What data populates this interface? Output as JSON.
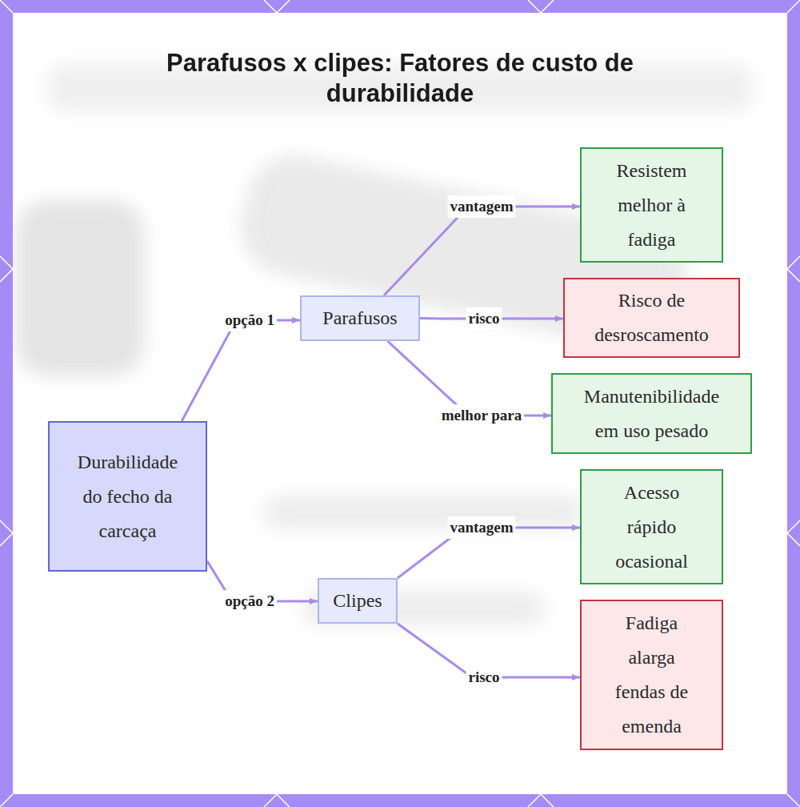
{
  "diagram": {
    "title": "Parafusos x clipes: Fatores de custo de durabilidade",
    "nodes": [
      {
        "text": [
          "Durabilidade do fecho da carcaça"
        ]
      },
      {
        "text": [
          "Parafusos"
        ]
      },
      {
        "text": [
          "Resistem melhor à fadiga"
        ]
      },
      {
        "text": [
          "Risco de desroscamento"
        ]
      },
      {
        "text": [
          "Manutenibilidade em uso pesado"
        ]
      },
      {
        "text": [
          "Clipes"
        ]
      },
      {
        "text": [
          "Acesso rápido ocasional"
        ]
      },
      {
        "text": [
          "Fadiga alarga fendas de emenda"
        ]
      }
    ],
    "edges": [
      {
        "from": 0,
        "to": 1,
        "label": "opção 1",
        "arrow": "to"
      },
      {
        "from": 0,
        "to": 5,
        "label": "opção 2",
        "arrow": "to"
      },
      {
        "from": 1,
        "to": 2,
        "label": "vantagem",
        "arrow": "to"
      },
      {
        "from": 1,
        "to": 3,
        "label": "risco",
        "arrow": "to"
      },
      {
        "from": 1,
        "to": 4,
        "label": "melhor para",
        "arrow": "to"
      },
      {
        "from": 5,
        "to": 6,
        "label": "vantagem",
        "arrow": "to"
      },
      {
        "from": 5,
        "to": 7,
        "label": "risco",
        "arrow": "to"
      }
    ]
  }
}
